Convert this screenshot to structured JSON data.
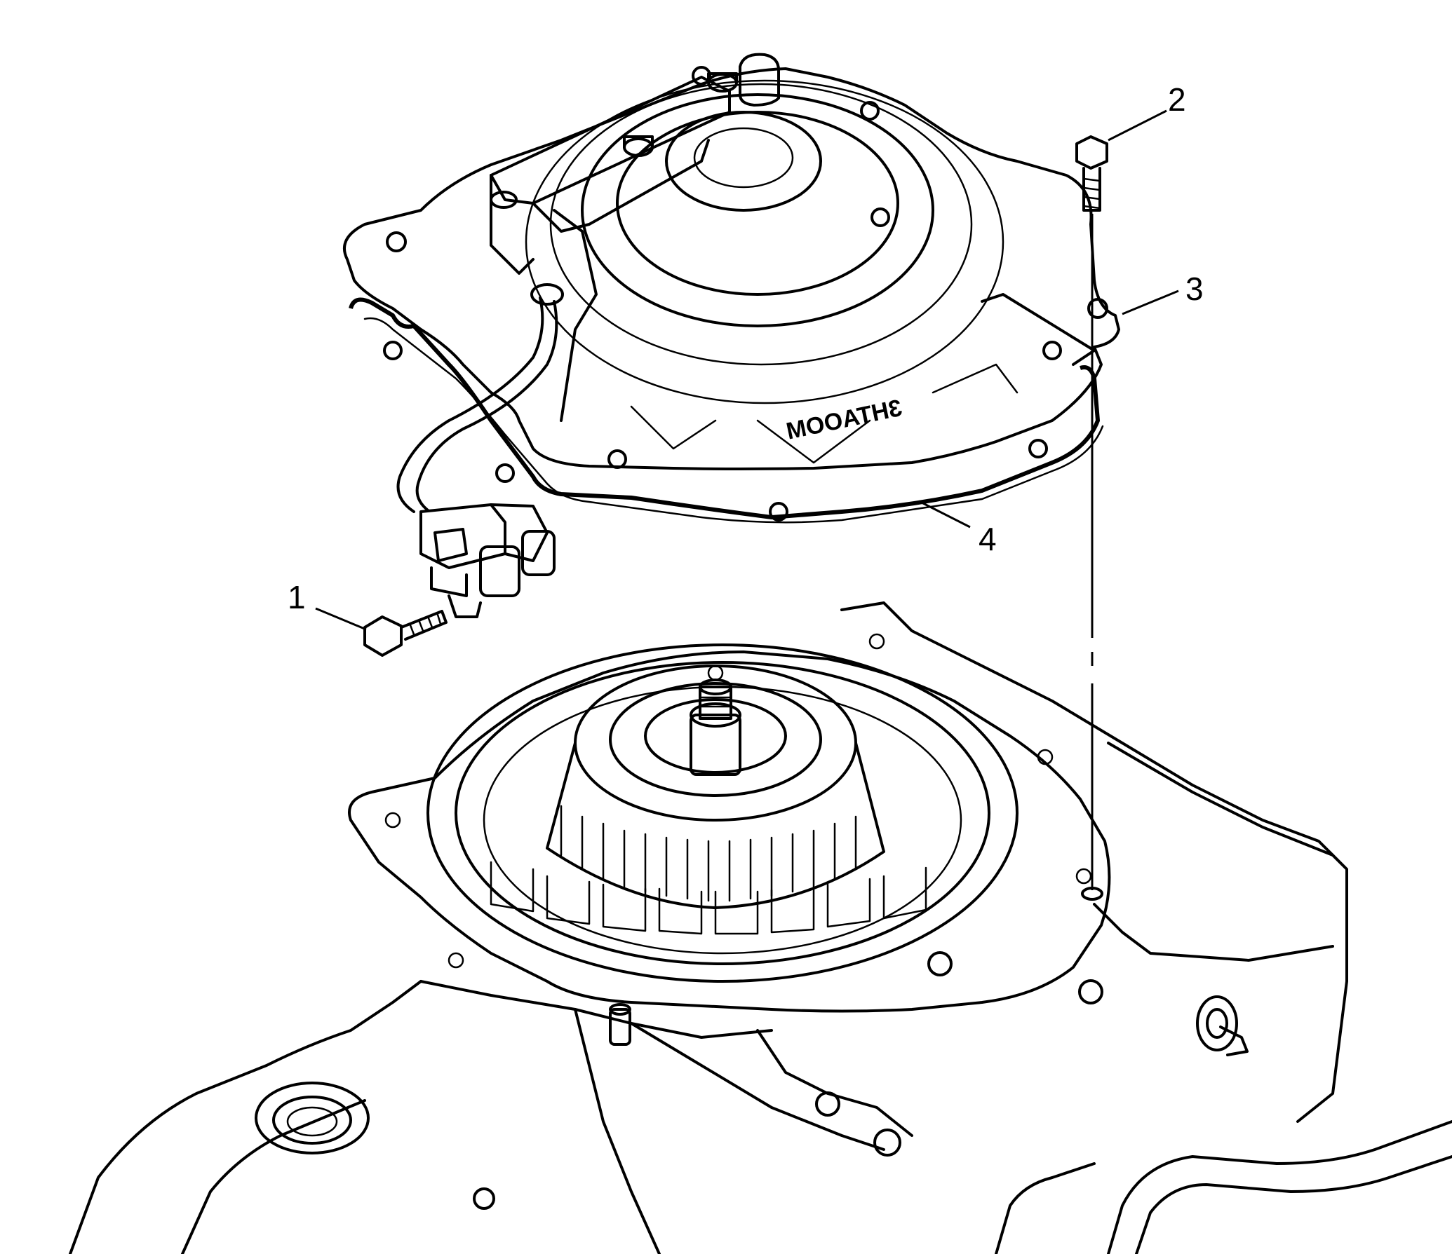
{
  "callouts": [
    {
      "id": "1",
      "label": "1"
    },
    {
      "id": "2",
      "label": "2"
    },
    {
      "id": "3",
      "label": "3"
    },
    {
      "id": "4",
      "label": "4"
    }
  ],
  "case_marking": "3HTAOOM",
  "colors": {
    "line": "#000000",
    "background": "#ffffff"
  }
}
